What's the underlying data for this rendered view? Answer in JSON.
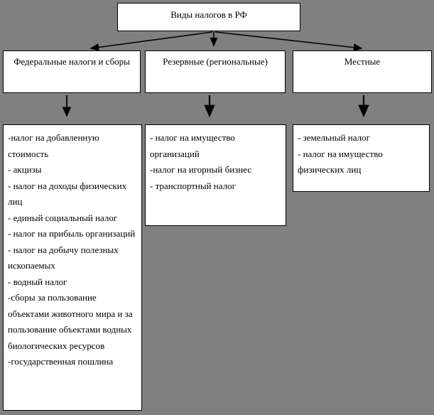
{
  "page": {
    "background_color": "#808080",
    "box_fill": "#ffffff",
    "border_color": "#000000",
    "text_color": "#000000"
  },
  "root": {
    "title": "Виды налогов в РФ"
  },
  "categories": [
    {
      "label": "Федеральные налоги и сборы"
    },
    {
      "label": "Резервные (региональные)"
    },
    {
      "label": "Местные"
    }
  ],
  "details": {
    "federal": {
      "items": [
        "-налог на добавленную стоимость",
        "- акцизы",
        "- налог на доходы  физических лиц",
        "- единый социальный налог",
        "- налог на прибыль организаций",
        "- налог на добычу полезных ископаемых",
        "- водный налог",
        "-сборы за пользование объектами животного мира и за пользование объектами водных биологических ресурсов",
        "-государственная пошлина"
      ]
    },
    "regional": {
      "items": [
        "- налог на имущество организаций",
        "-налог на игорный бизнес",
        "- транспортный налог"
      ]
    },
    "local": {
      "items": [
        "- земельный налог",
        "- налог на имущество физических лиц"
      ]
    }
  }
}
